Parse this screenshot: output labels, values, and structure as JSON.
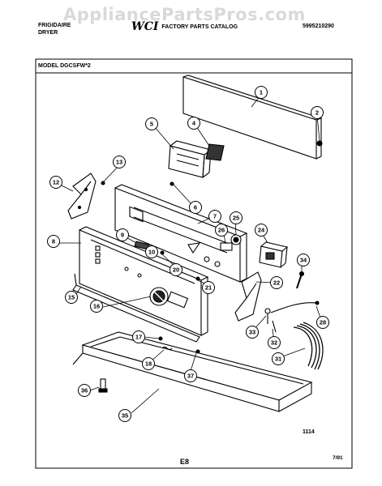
{
  "watermark": "AppliancePartsPros.com",
  "header": {
    "brand_line1": "FRIGIDAIRE",
    "brand_line2": "DRYER",
    "logo": "WCI",
    "catalog_title": "FACTORY PARTS CATALOG",
    "part_number": "5995210290",
    "model": "MODEL DGCSFW*2"
  },
  "callouts": [
    "1",
    "2",
    "4",
    "5",
    "6",
    "7",
    "8",
    "9",
    "10",
    "12",
    "13",
    "15",
    "16",
    "17",
    "18",
    "20",
    "21",
    "22",
    "24",
    "25",
    "26",
    "28",
    "31",
    "32",
    "33",
    "34",
    "35",
    "36",
    "37"
  ],
  "footer": {
    "figure_number": "1114",
    "page_code": "E8",
    "date": "7/91"
  }
}
